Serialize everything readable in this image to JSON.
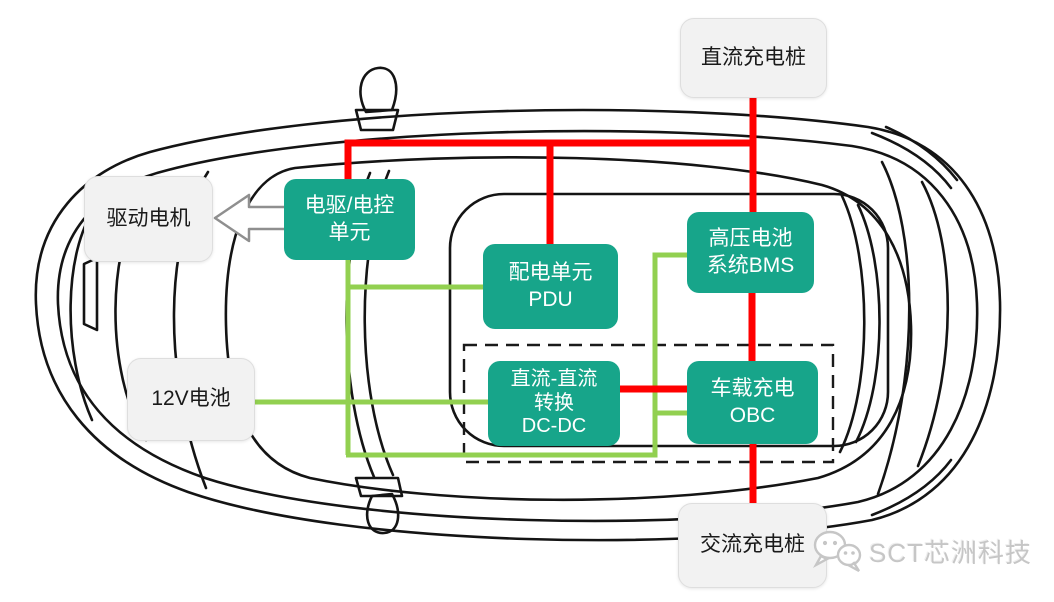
{
  "colors": {
    "node_teal": "#17A58A",
    "node_gray_bg": "#F2F2F2",
    "node_gray_border": "#DEDEDE",
    "hv_red": "#FF0000",
    "lv_green": "#92D050",
    "outline_black": "#141414",
    "watermark_gray": "#C6C6C6"
  },
  "nodes": {
    "dc_charger": {
      "label": "直流充电桩"
    },
    "drive_motor": {
      "label": "驱动电机"
    },
    "motor_control": {
      "lines": [
        "电驱/电控",
        "单元"
      ]
    },
    "pdu": {
      "lines": [
        "配电单元",
        "PDU"
      ]
    },
    "bms": {
      "lines": [
        "高压电池",
        "系统BMS"
      ]
    },
    "battery_12v": {
      "label": "12V电池"
    },
    "dcdc": {
      "lines": [
        "直流-直流",
        "转换",
        "DC-DC"
      ]
    },
    "obc": {
      "lines": [
        "车载充电",
        "OBC"
      ]
    },
    "ac_charger": {
      "label": "交流充电桩"
    }
  },
  "edges": [
    {
      "from": "直流充电桩",
      "to": "高压电池系统BMS",
      "line": "red-hv"
    },
    {
      "from": "直流充电桩",
      "to": "电驱/电控单元",
      "line": "red-hv"
    },
    {
      "from": "直流充电桩",
      "to": "配电单元 PDU",
      "line": "red-hv"
    },
    {
      "from": "高压电池系统BMS",
      "to": "车载充电 OBC",
      "line": "red-hv"
    },
    {
      "from": "直流-直流转换 DC-DC",
      "to": "车载充电 OBC",
      "line": "red-hv"
    },
    {
      "from": "车载充电 OBC",
      "to": "交流充电桩",
      "line": "red-hv"
    },
    {
      "from": "电驱/电控单元",
      "to": "配电单元 PDU",
      "line": "green-lv"
    },
    {
      "from": "电驱/电控单元",
      "to": "高压电池系统BMS",
      "line": "green-lv"
    },
    {
      "from": "车载充电 OBC",
      "to": "高压电池系统BMS",
      "line": "green-lv"
    },
    {
      "from": "12V电池",
      "to": "直流-直流转换 DC-DC",
      "line": "green-lv"
    },
    {
      "from": "电驱/电控单元",
      "to": "驱动电机",
      "line": "block-arrow"
    }
  ],
  "group": {
    "style": "dashed",
    "members": [
      "直流-直流转换 DC-DC",
      "车载充电 OBC"
    ]
  },
  "watermark": {
    "text": "SCT芯洲科技",
    "icon": "wechat-bubbles-icon"
  }
}
